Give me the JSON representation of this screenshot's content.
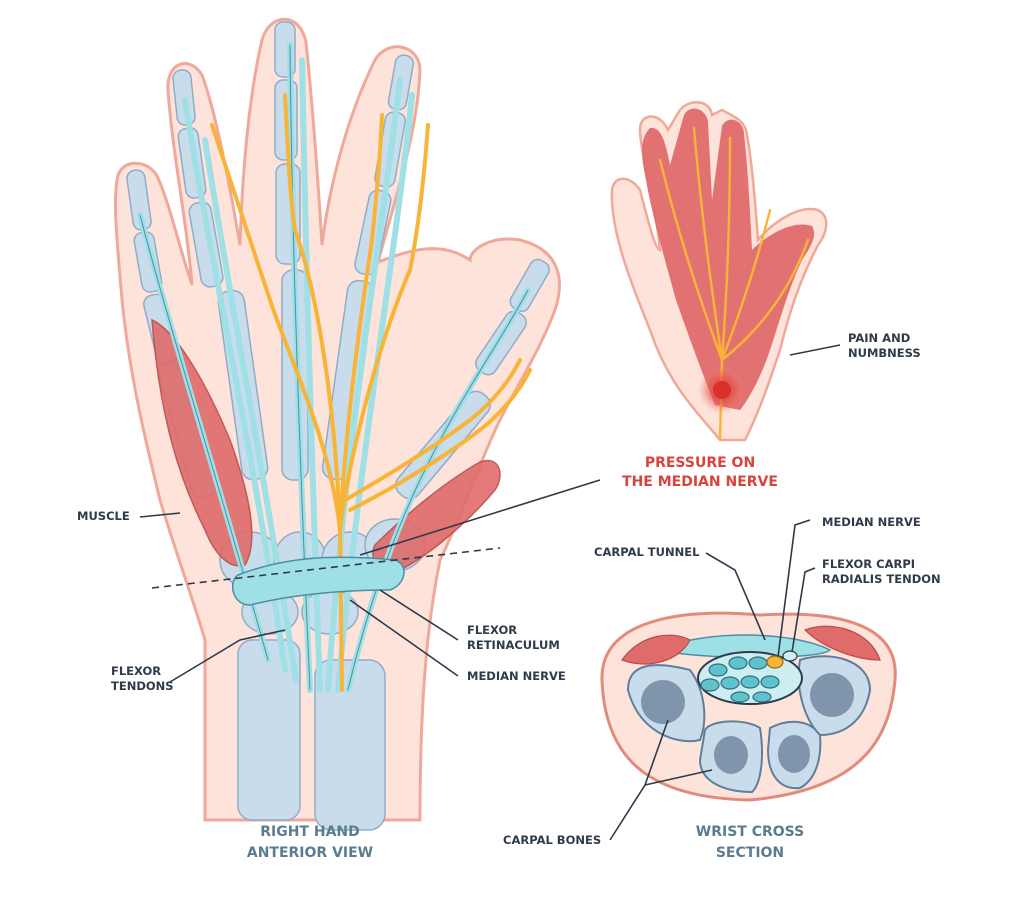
{
  "labels": {
    "muscle": "MUSCLE",
    "flexor_tendons": "FLEXOR\nTENDONS",
    "flexor_retinaculum": "FLEXOR\nRETINACULUM",
    "median_nerve_hand": "MEDIAN NERVE",
    "pressure": "PRESSURE ON\nTHE MEDIAN NERVE",
    "pain": "PAIN AND\nNUMBNESS",
    "carpal_tunnel": "CARPAL TUNNEL",
    "median_nerve_section": "MEDIAN NERVE",
    "flexor_carpi": "FLEXOR CARPI\nRADIALIS TENDON",
    "carpal_bones": "CARPAL BONES"
  },
  "titles": {
    "hand_view": "RIGHT HAND\nANTERIOR VIEW",
    "cross_section": "WRIST CROSS\nSECTION"
  },
  "colors": {
    "skin": "#fde3da",
    "skin_outline": "#efa99a",
    "bone": "#c9dcec",
    "tendon": "#9fe0e6",
    "nerve": "#f8b437",
    "muscle": "#e06b6b",
    "label_text": "#2f3a4a",
    "title_text": "#5a7c90",
    "alert_text": "#d8443b"
  }
}
